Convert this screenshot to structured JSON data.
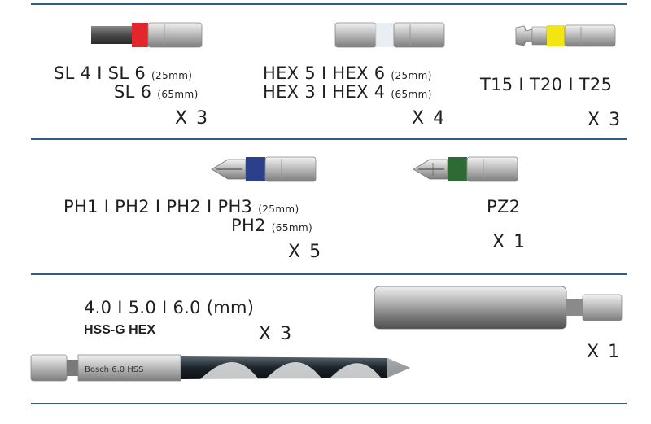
{
  "colors": {
    "rule": "#2f5d8a",
    "slotted_band": "#e3262b",
    "hex_band": "#e8eef2",
    "torx_band": "#f2e514",
    "phillips_band": "#2c3f8c",
    "pozidriv_band": "#2e6b34"
  },
  "slotted": {
    "line1": "SL 4 I SL 6",
    "line1_note": "(25mm)",
    "line2": "SL 6",
    "line2_note": "(65mm)",
    "qty": "X 3"
  },
  "hex": {
    "line1": "HEX 5 I HEX 6",
    "line1_note": "(25mm)",
    "line2": "HEX 3 I HEX 4",
    "line2_note": "(65mm)",
    "qty": "X 4"
  },
  "torx": {
    "line1": "T15 I T20 I T25",
    "qty": "X 3"
  },
  "phillips": {
    "line1": "PH1 I PH2 I PH2 I PH3",
    "line1_note": "(25mm)",
    "line2": "PH2",
    "line2_note": "(65mm)",
    "qty": "X 5"
  },
  "pozidriv": {
    "line1": "PZ2",
    "qty": "X 1"
  },
  "drill": {
    "sizes": "4.0 I 5.0 I 6.0 (mm)",
    "type": "HSS-G HEX",
    "qty": "X 3",
    "shank_text": "Bosch 6.0 HSS"
  },
  "holder": {
    "qty": "X 1"
  }
}
